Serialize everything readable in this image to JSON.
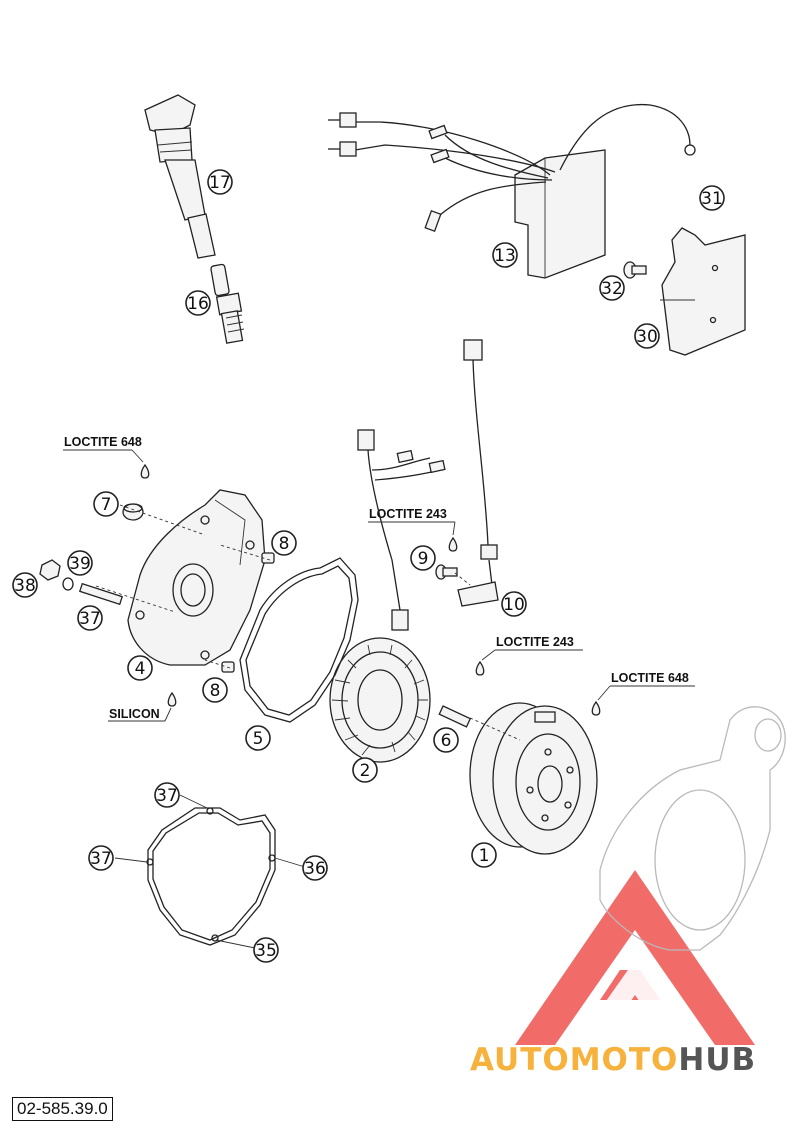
{
  "document_number": "02-585.39.0",
  "brand": {
    "part1": "AUTOMOTO",
    "part2": "HUB",
    "colors": {
      "accent": "#f6b23c",
      "dark": "#555555",
      "logo": "#ef5350"
    }
  },
  "notes": {
    "loctite648_a": "LOCTITE 648",
    "loctite243_a": "LOCTITE 243",
    "loctite243_b": "LOCTITE 243",
    "loctite648_b": "LOCTITE 648",
    "silicon": "SILICON"
  },
  "callouts": {
    "c17": "17",
    "c16": "16",
    "c13": "13",
    "c31": "31",
    "c32": "32",
    "c30": "30",
    "c7": "7",
    "c8a": "8",
    "c39": "39",
    "c38": "38",
    "c37a": "37",
    "c4": "4",
    "c8b": "8",
    "c5": "5",
    "c9": "9",
    "c10": "10",
    "c6": "6",
    "c2": "2",
    "c1": "1",
    "c37b": "37",
    "c37c": "37",
    "c36": "36",
    "c35": "35"
  }
}
